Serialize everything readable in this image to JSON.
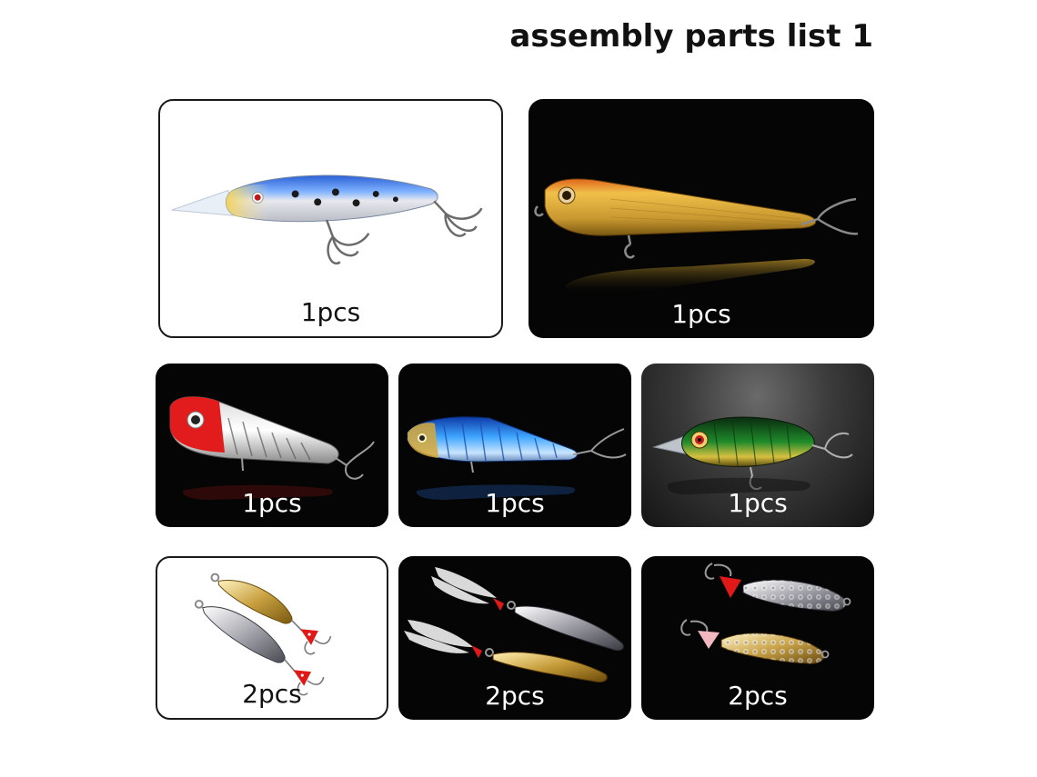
{
  "header": {
    "title": "assembly parts list 1"
  },
  "parts": [
    {
      "quantity": "1pcs",
      "lure": "minnow-lure",
      "background": "white"
    },
    {
      "quantity": "1pcs",
      "lure": "pencil-lure",
      "background": "black"
    },
    {
      "quantity": "1pcs",
      "lure": "popper-lure",
      "background": "black"
    },
    {
      "quantity": "1pcs",
      "lure": "vib-lure",
      "background": "black"
    },
    {
      "quantity": "1pcs",
      "lure": "crankbait-lure",
      "background": "gray"
    },
    {
      "quantity": "2pcs",
      "lure": "spoon-lures",
      "background": "white"
    },
    {
      "quantity": "2pcs",
      "lure": "feather-spoon-lures",
      "background": "black"
    },
    {
      "quantity": "2pcs",
      "lure": "hammered-spoon-lures",
      "background": "black"
    }
  ],
  "colors": {
    "text": "#111111",
    "card_border": "#1a1a1a",
    "card_dark": "#050505"
  }
}
